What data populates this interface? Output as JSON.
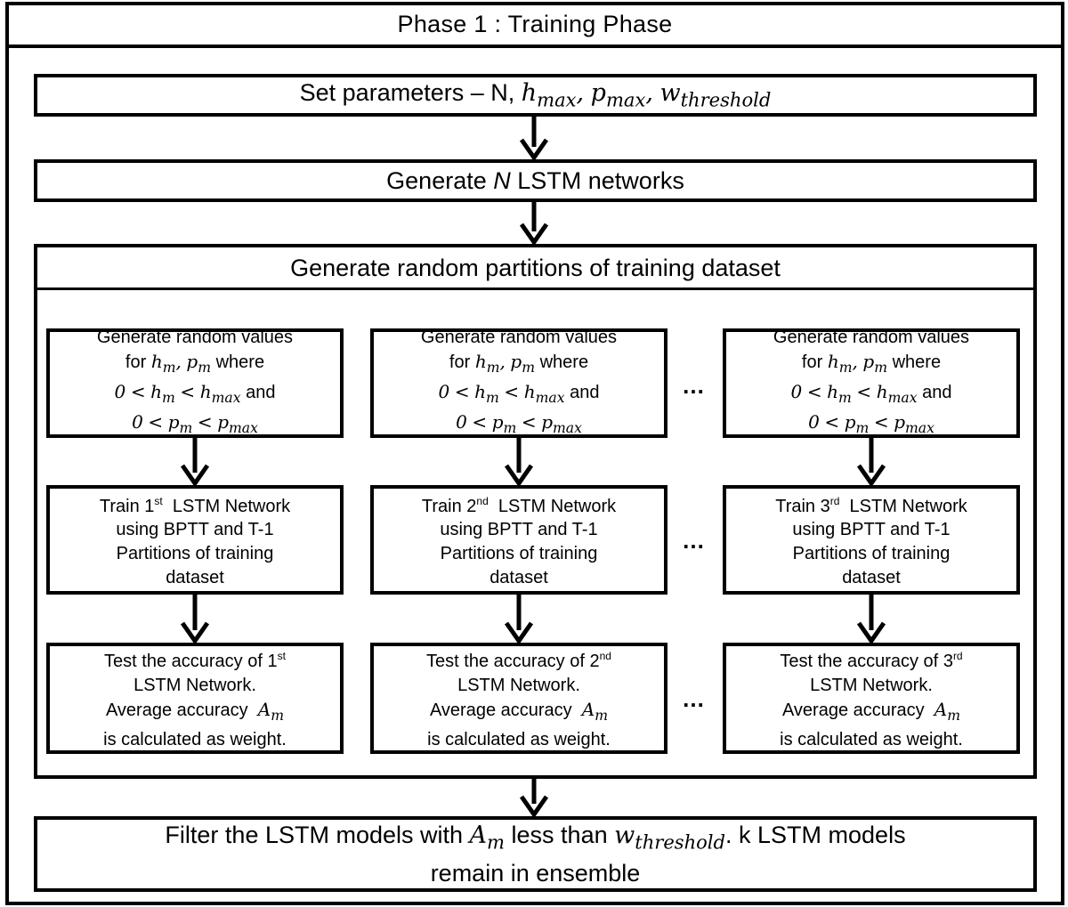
{
  "phase_title": "Phase 1 : Training Phase",
  "set_params": {
    "text": "Set parameters – N,",
    "math_h": "h",
    "math_h_sub": "max",
    "math_p": "p",
    "math_p_sub": "max",
    "math_w": "w",
    "math_w_sub": "threshold"
  },
  "generate_networks": {
    "prefix": "Generate",
    "n": "N",
    "suffix": "LSTM networks"
  },
  "partition_title": "Generate random partitions of training dataset",
  "random_values_box": {
    "line1": "Generate random values",
    "for": "for",
    "h": "h",
    "m": "m",
    "p": "p",
    "where": "where",
    "zero": "0",
    "lt": "<",
    "max": "max",
    "and": "and"
  },
  "columns": [
    {
      "ordinal": "1",
      "ordinal_suffix": "st"
    },
    {
      "ordinal": "2",
      "ordinal_suffix": "nd"
    },
    {
      "ordinal": "3",
      "ordinal_suffix": "rd"
    }
  ],
  "train_box": {
    "train": "Train",
    "network": "LSTM Network",
    "line2": "using BPTT and T-1",
    "line3": "Partitions of training",
    "line4": "dataset"
  },
  "test_box": {
    "prefix": "Test the accuracy of",
    "line2": "LSTM Network.",
    "line3": "Average accuracy",
    "a": "A",
    "a_sub": "m",
    "line4": "is calculated as weight."
  },
  "ellipsis": "…",
  "filter": {
    "text1": "Filter the LSTM models with",
    "a": "A",
    "a_sub": "m",
    "text2": "less than",
    "w": "w",
    "w_sub": "threshold",
    "text3": ". k LSTM models",
    "line2": "remain in ensemble"
  }
}
